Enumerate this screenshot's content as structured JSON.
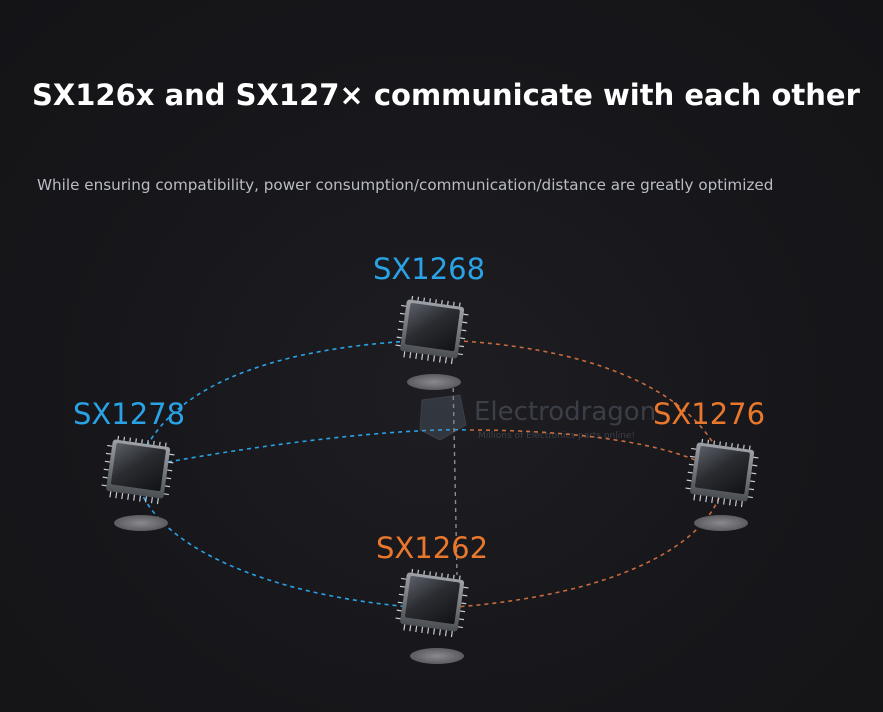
{
  "title": "SX126x and SX127× communicate with each other",
  "subtitle": "While ensuring compatibility, power consumption/communication/distance are greatly optimized",
  "colors": {
    "blue": "#2aa3e6",
    "orange": "#e9782c",
    "background": "#17171b"
  },
  "nodes": [
    {
      "id": "sx1268",
      "label": "SX1268",
      "color": "blue"
    },
    {
      "id": "sx1278",
      "label": "SX1278",
      "color": "blue"
    },
    {
      "id": "sx1276",
      "label": "SX1276",
      "color": "orange"
    },
    {
      "id": "sx1262",
      "label": "SX1262",
      "color": "orange"
    }
  ],
  "watermark": {
    "brand": "Electrodragon",
    "tagline": "Millions of Electronics parts online!"
  }
}
